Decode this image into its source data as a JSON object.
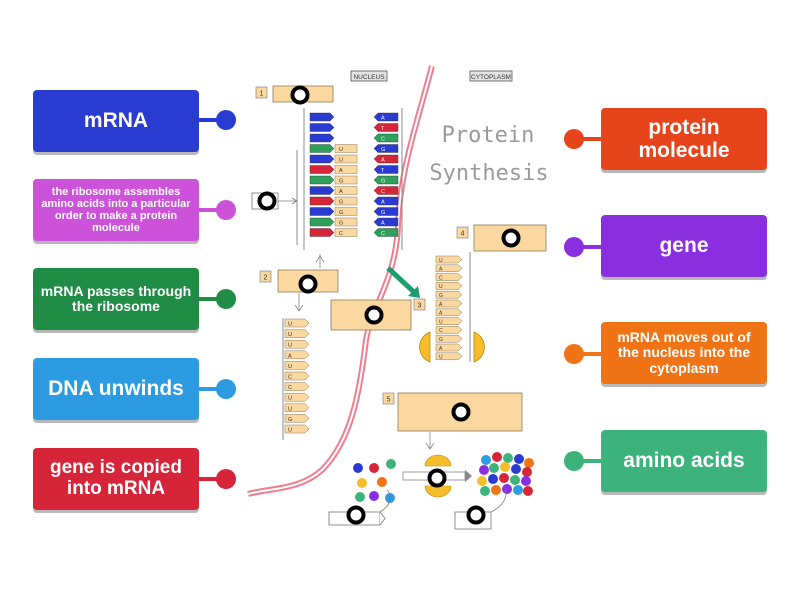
{
  "diagram": {
    "title_line1": "Protein",
    "title_line2": "Synthesis",
    "nucleus_label": "NUCLEUS",
    "cytoplasm_label": "CYTOPLASM",
    "step_numbers": [
      "1",
      "2",
      "3",
      "4",
      "5"
    ],
    "strand_letters_a": [
      "",
      "",
      "",
      "U",
      "U",
      "A",
      "G",
      "A",
      "G",
      "G",
      "G",
      "C"
    ],
    "strand_letters_b": [
      "A",
      "T",
      "C",
      "G",
      "A",
      "T",
      "G",
      "C",
      "A",
      "G",
      "A",
      "C"
    ],
    "mrna_letters": [
      "U",
      "U",
      "U",
      "A",
      "U",
      "C",
      "C",
      "U",
      "U",
      "G",
      "U"
    ],
    "ribosome_letters": [
      "U",
      "A",
      "C",
      "U",
      "G",
      "A",
      "A",
      "U",
      "C",
      "G",
      "A",
      "U"
    ]
  },
  "labels": {
    "mrna": "mRNA",
    "ribosome_assembles": "the ribosome assembles amino acids into a particular order to make a protein molecule",
    "mrna_passes": "mRNA passes through the ribosome",
    "dna_unwinds": "DNA unwinds",
    "gene_copied": "gene is copied into mRNA",
    "protein_molecule": "protein molecule",
    "gene": "gene",
    "mrna_moves": "mRNA moves out of the nucleus into the cytoplasm",
    "amino_acids": "amino acids"
  },
  "colors": {
    "mrna": "#2a3bd1",
    "ribosome_assembles": "#cb52d9",
    "mrna_passes": "#208c46",
    "dna_unwinds": "#2c9be2",
    "gene_copied": "#d62438",
    "protein_molecule": "#e6441a",
    "gene": "#8a2fe0",
    "mrna_moves": "#f07315",
    "amino_acids": "#3db37c",
    "membrane": "#ee7f90",
    "box": "#fbd8a0"
  }
}
